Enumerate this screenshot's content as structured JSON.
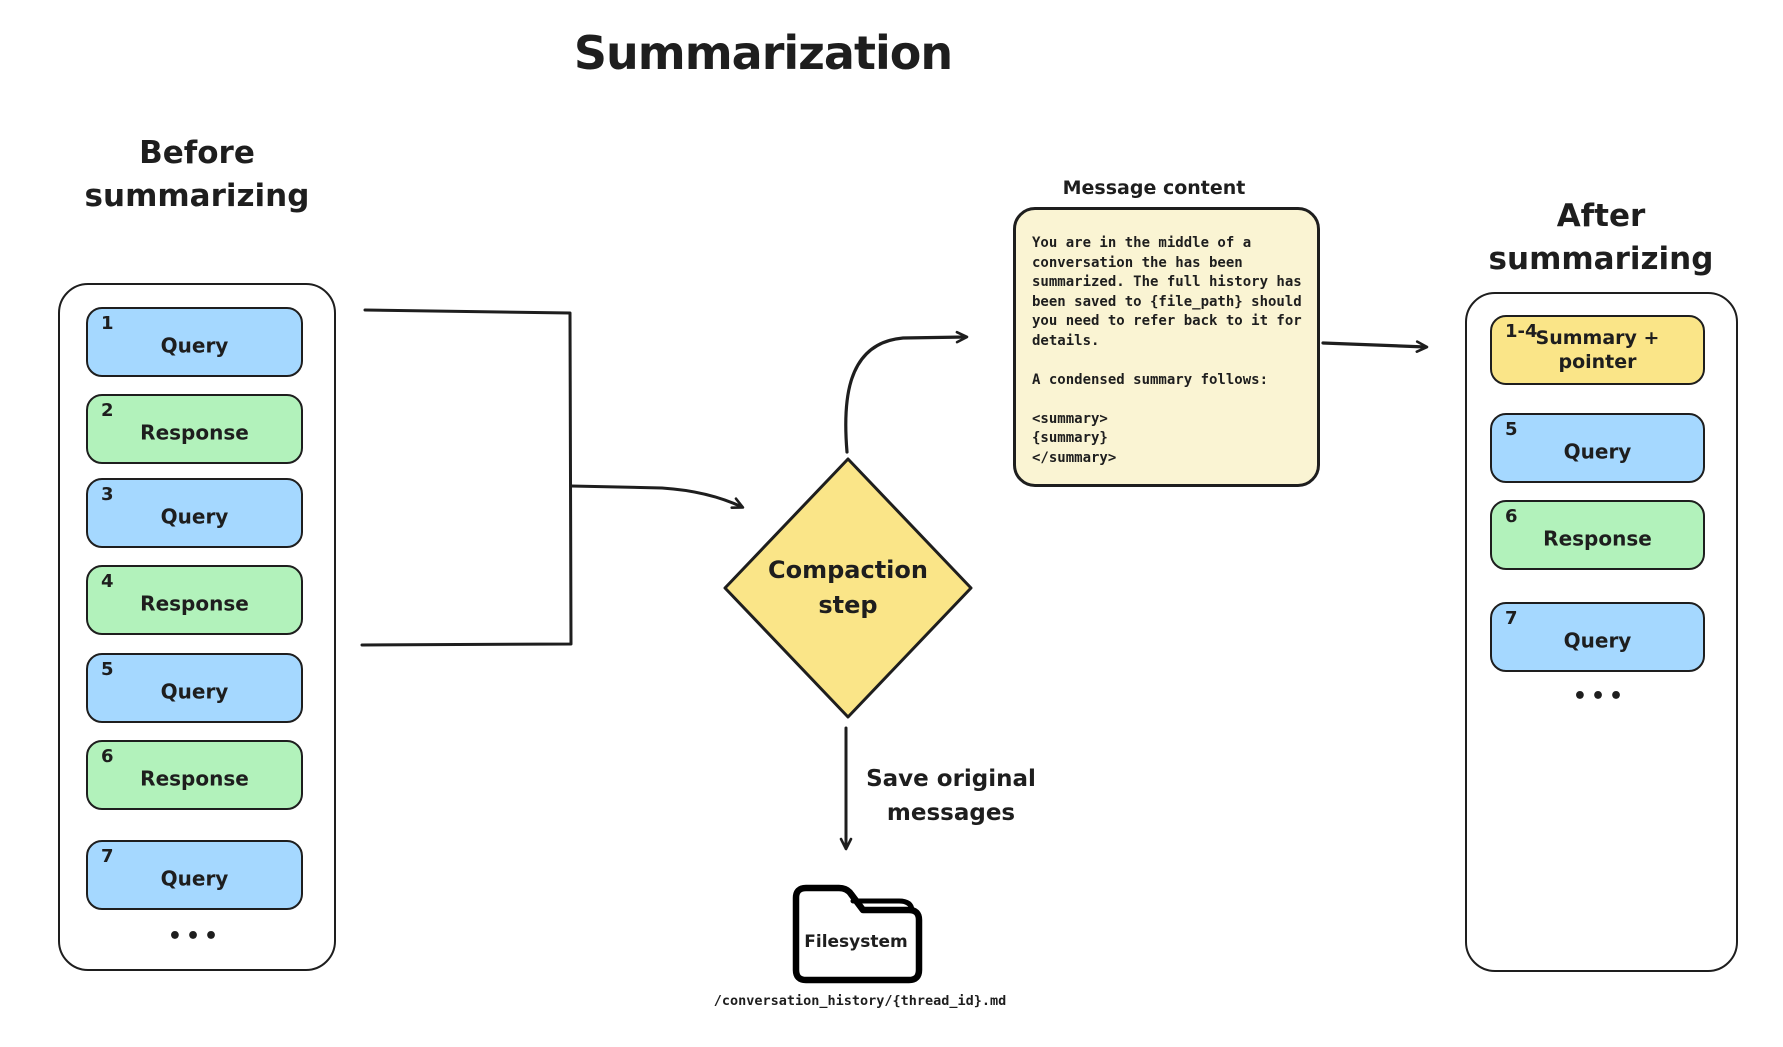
{
  "title": "Summarization",
  "before": {
    "title_line1": "Before",
    "title_line2": "summarizing",
    "ellipsis": "•••",
    "messages": [
      {
        "num": "1",
        "label": "Query"
      },
      {
        "num": "2",
        "label": "Response"
      },
      {
        "num": "3",
        "label": "Query"
      },
      {
        "num": "4",
        "label": "Response"
      },
      {
        "num": "5",
        "label": "Query"
      },
      {
        "num": "6",
        "label": "Response"
      },
      {
        "num": "7",
        "label": "Query"
      }
    ]
  },
  "after": {
    "title_line1": "After",
    "title_line2": "summarizing",
    "ellipsis": "•••",
    "messages": [
      {
        "num": "1-4",
        "label": "Summary + pointer"
      },
      {
        "num": "5",
        "label": "Query"
      },
      {
        "num": "6",
        "label": "Response"
      },
      {
        "num": "7",
        "label": "Query"
      }
    ]
  },
  "compaction": {
    "line1": "Compaction",
    "line2": "step"
  },
  "note": {
    "title": "Message content",
    "body": "You are in the middle of a\nconversation the has been\nsummarized. The full history has\nbeen saved to {file_path} should\nyou need to refer back to it for\ndetails.\n\nA condensed summary follows:\n\n<summary>\n{summary}\n</summary>"
  },
  "save": {
    "line1": "Save original",
    "line2": "messages"
  },
  "filesystem": {
    "label": "Filesystem",
    "path": "/conversation_history/{thread_id}.md"
  },
  "colors": {
    "query_fill": "#a5d8ff",
    "response_fill": "#b2f2bb",
    "summary_fill": "#fae588",
    "note_fill": "#faf4d3",
    "stroke": "#1e1e1e",
    "background": "#ffffff"
  }
}
